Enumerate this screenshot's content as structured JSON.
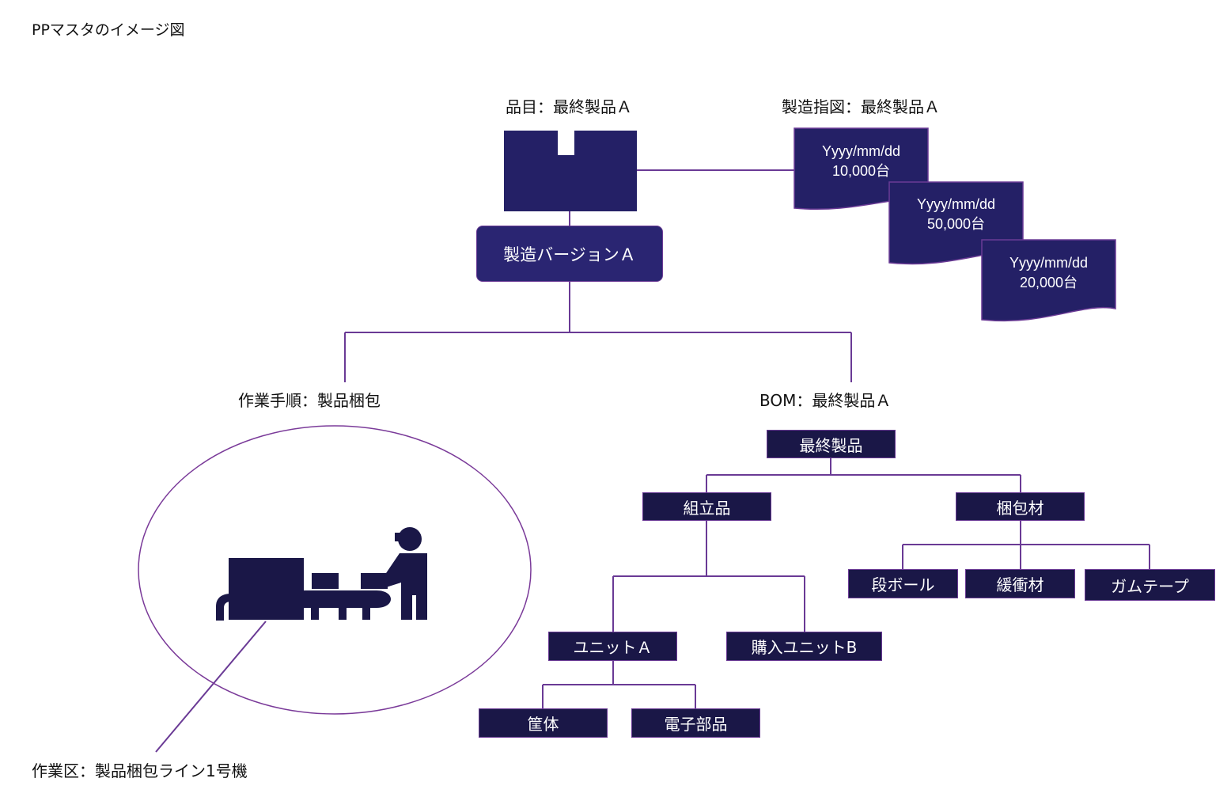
{
  "title": "PPマスタのイメージ図",
  "item": {
    "label": "品目：最終製品Ａ"
  },
  "production_order": {
    "label": "製造指図：最終製品Ａ",
    "orders": [
      {
        "date": "Yyyy/mm/dd",
        "qty": "10,000台"
      },
      {
        "date": "Yyyy/mm/dd",
        "qty": "50,000台"
      },
      {
        "date": "Yyyy/mm/dd",
        "qty": "20,000台"
      }
    ]
  },
  "version": {
    "label": "製造バージョンＡ"
  },
  "routing": {
    "label": "作業手順：製品梱包"
  },
  "work_center": {
    "label": "作業区：製品梱包ライン1号機"
  },
  "bom": {
    "label": "BOM：最終製品Ａ",
    "nodes": {
      "final": "最終製品",
      "assembly": "組立品",
      "packaging": "梱包材",
      "unit_a": "ユニットＡ",
      "purchased_unit_b": "購入ユニットB",
      "casing": "筐体",
      "electronic_parts": "電子部品",
      "cardboard": "段ボール",
      "cushioning": "緩衝材",
      "gum_tape": "ガムテープ"
    }
  },
  "colors": {
    "box_fill": "#1a1747",
    "doc_fill": "#242066",
    "line": "#6a3a95",
    "version_fill": "#2a2572"
  }
}
